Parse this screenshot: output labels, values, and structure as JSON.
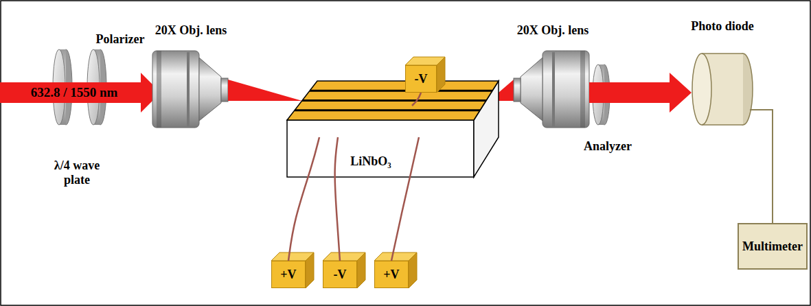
{
  "diagram": {
    "nodes": [
      {
        "text": [
          "-V"
        ]
      },
      {
        "text": [
          "LiNbO₃"
        ]
      },
      {
        "text": [
          "+V"
        ]
      },
      {
        "text": [
          "-V"
        ]
      },
      {
        "text": [
          "+V"
        ]
      },
      {
        "text": [
          "Photo diode"
        ]
      },
      {
        "text": [
          "Multimeter"
        ]
      }
    ],
    "edges": [
      {
        "from": 0,
        "to": 1,
        "arrow": "none"
      },
      {
        "from": 2,
        "to": 1,
        "arrow": "none"
      },
      {
        "from": 3,
        "to": 1,
        "arrow": "none"
      },
      {
        "from": 4,
        "to": 1,
        "arrow": "none"
      },
      {
        "from": 5,
        "to": 6,
        "arrow": "none"
      }
    ],
    "labels": [
      "632.8 / 1550 nm",
      "Polarizer",
      "λ/4 wave plate",
      "20X Obj. lens",
      "20X Obj. lens",
      "Analyzer"
    ]
  }
}
